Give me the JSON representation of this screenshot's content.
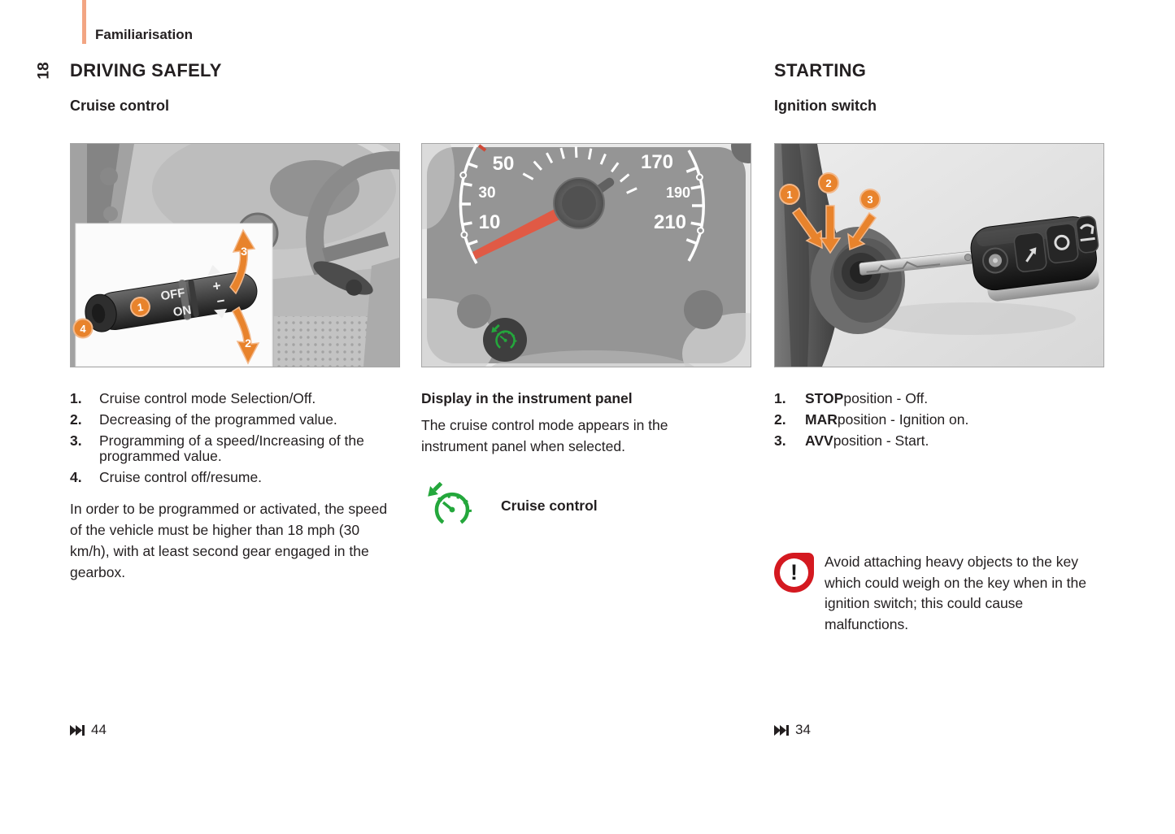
{
  "header": {
    "section_label": "Familiarisation",
    "page_number": "18"
  },
  "left_column": {
    "title": "DRIVING SAFELY",
    "subtitle": "Cruise control",
    "items": [
      {
        "num": "1.",
        "text": "Cruise control mode Selection/Off."
      },
      {
        "num": "2.",
        "text": "Decreasing of the programmed value."
      },
      {
        "num": "3.",
        "text": "Programming of a speed/Increasing of the programmed value."
      },
      {
        "num": "4.",
        "text": "Cruise control off/resume."
      }
    ],
    "paragraph": "In order to be programmed or activated, the speed of the vehicle must be higher than 18 mph (30 km/h), with at least second gear engaged in the gearbox.",
    "page_ref": "44"
  },
  "middle_column": {
    "heading": "Display in the instrument panel",
    "paragraph": "The cruise control mode appears in the instrument panel when selected.",
    "icon_label": "Cruise control"
  },
  "right_column": {
    "title": "STARTING",
    "subtitle": "Ignition switch",
    "items": [
      {
        "num": "1.",
        "key": "STOP",
        "text": " position - Off."
      },
      {
        "num": "2.",
        "key": "MAR",
        "text": " position - Ignition on."
      },
      {
        "num": "3.",
        "key": "AVV",
        "text": " position - Start."
      }
    ],
    "warning_mark": "!",
    "warning_text": "Avoid attaching heavy objects to the key which could weigh on the key when in the ignition switch; this could cause malfunctions.",
    "page_ref": "34"
  },
  "figures": {
    "stalk": {
      "labels": {
        "off": "OFF",
        "on": "ON",
        "plus": "+",
        "minus": "−"
      },
      "badges": [
        "1",
        "2",
        "3",
        "4"
      ]
    },
    "cluster": {
      "left_scale": [
        "50",
        "30",
        "10"
      ],
      "right_scale": [
        "170",
        "190",
        "210"
      ]
    },
    "ignition": {
      "badges": [
        "1",
        "2",
        "3"
      ]
    }
  },
  "icons": {
    "page_ref": "skip-next-icon",
    "warning": "warning-exclamation-icon",
    "cruise": "cruise-control-speedometer-icon"
  },
  "colors": {
    "accent_orange": "#e8832c",
    "header_line": "#f2a583",
    "warning_red": "#d41920",
    "indicator_green": "#24a73c",
    "text": "#231f20"
  }
}
